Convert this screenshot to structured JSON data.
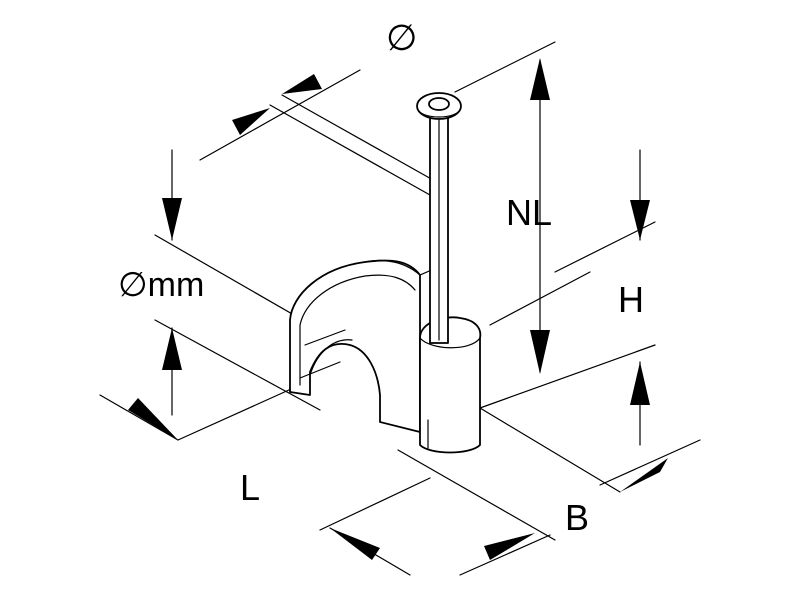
{
  "diagram": {
    "labels": {
      "nail_diameter": "∅",
      "cable_diameter": "∅mm",
      "nail_length": "NL",
      "height": "H",
      "length": "L",
      "width": "B"
    }
  }
}
